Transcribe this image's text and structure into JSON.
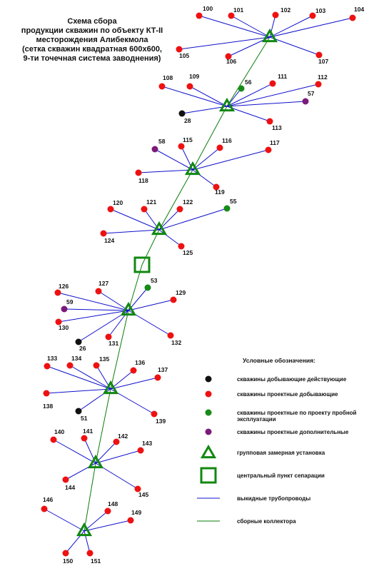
{
  "title_lines": [
    "Схема сбора",
    "продукции скважин по объекту КТ-II",
    "месторождения Алибекмола",
    "(сетка скважин квадратная 600х600,",
    "9-ти точечная система заводнения)"
  ],
  "colors": {
    "producing_existing": "#111111",
    "producing_projected": "#ee1111",
    "projected_exploitation": "#178a17",
    "projected_additional": "#7a1b7a",
    "flowline": "#1010cc",
    "collector": "#0a7d0a",
    "installation": "#118811"
  },
  "collector_nodes": [
    "GU1",
    "GU2",
    "GU3",
    "GU4",
    "CPS",
    "GU5",
    "GU6",
    "GU7",
    "GU8"
  ],
  "groups": [
    {
      "id": "GU1",
      "kind": "installation",
      "wells": [
        {
          "label": "100",
          "type": "producing_projected"
        },
        {
          "label": "101",
          "type": "producing_projected"
        },
        {
          "label": "102",
          "type": "producing_projected"
        },
        {
          "label": "103",
          "type": "producing_projected"
        },
        {
          "label": "104",
          "type": "producing_projected"
        },
        {
          "label": "105",
          "type": "producing_projected"
        },
        {
          "label": "106",
          "type": "producing_projected"
        },
        {
          "label": "107",
          "type": "producing_projected"
        }
      ]
    },
    {
      "id": "GU2",
      "kind": "installation",
      "wells": [
        {
          "label": "108",
          "type": "producing_projected"
        },
        {
          "label": "109",
          "type": "producing_projected"
        },
        {
          "label": "56",
          "type": "projected_exploitation"
        },
        {
          "label": "111",
          "type": "producing_projected"
        },
        {
          "label": "112",
          "type": "producing_projected"
        },
        {
          "label": "57",
          "type": "projected_additional"
        },
        {
          "label": "28",
          "type": "producing_existing"
        },
        {
          "label": "113",
          "type": "producing_projected"
        }
      ]
    },
    {
      "id": "GU3",
      "kind": "installation",
      "wells": [
        {
          "label": "58",
          "type": "projected_additional"
        },
        {
          "label": "115",
          "type": "producing_projected"
        },
        {
          "label": "116",
          "type": "producing_projected"
        },
        {
          "label": "117",
          "type": "producing_projected"
        },
        {
          "label": "118",
          "type": "producing_projected"
        },
        {
          "label": "119",
          "type": "producing_projected"
        }
      ]
    },
    {
      "id": "GU4",
      "kind": "installation",
      "wells": [
        {
          "label": "120",
          "type": "producing_projected"
        },
        {
          "label": "121",
          "type": "producing_projected"
        },
        {
          "label": "122",
          "type": "producing_projected"
        },
        {
          "label": "55",
          "type": "projected_exploitation"
        },
        {
          "label": "124",
          "type": "producing_projected"
        },
        {
          "label": "125",
          "type": "producing_projected"
        }
      ]
    },
    {
      "id": "GU5",
      "kind": "installation",
      "wells": [
        {
          "label": "126",
          "type": "producing_projected"
        },
        {
          "label": "127",
          "type": "producing_projected"
        },
        {
          "label": "53",
          "type": "projected_exploitation"
        },
        {
          "label": "129",
          "type": "producing_projected"
        },
        {
          "label": "59",
          "type": "projected_additional"
        },
        {
          "label": "130",
          "type": "producing_projected"
        },
        {
          "label": "26",
          "type": "producing_existing"
        },
        {
          "label": "131",
          "type": "producing_projected"
        },
        {
          "label": "132",
          "type": "producing_projected"
        }
      ]
    },
    {
      "id": "GU6",
      "kind": "installation",
      "wells": [
        {
          "label": "133",
          "type": "producing_projected"
        },
        {
          "label": "134",
          "type": "producing_projected"
        },
        {
          "label": "135",
          "type": "producing_projected"
        },
        {
          "label": "136",
          "type": "producing_projected"
        },
        {
          "label": "137",
          "type": "producing_projected"
        },
        {
          "label": "138",
          "type": "producing_projected"
        },
        {
          "label": "51",
          "type": "producing_existing"
        },
        {
          "label": "139",
          "type": "producing_projected"
        }
      ]
    },
    {
      "id": "GU7",
      "kind": "installation",
      "wells": [
        {
          "label": "140",
          "type": "producing_projected"
        },
        {
          "label": "141",
          "type": "producing_projected"
        },
        {
          "label": "142",
          "type": "producing_projected"
        },
        {
          "label": "143",
          "type": "producing_projected"
        },
        {
          "label": "144",
          "type": "producing_projected"
        },
        {
          "label": "145",
          "type": "producing_projected"
        }
      ]
    },
    {
      "id": "GU8",
      "kind": "installation",
      "wells": [
        {
          "label": "146",
          "type": "producing_projected"
        },
        {
          "label": "148",
          "type": "producing_projected"
        },
        {
          "label": "149",
          "type": "producing_projected"
        },
        {
          "label": "150",
          "type": "producing_projected"
        },
        {
          "label": "151",
          "type": "producing_projected"
        }
      ]
    }
  ],
  "legend": {
    "title": "Условные обозначения:",
    "items": [
      {
        "key": "producing_existing",
        "symbol": "dot",
        "text": [
          "скважины добывающие действующие"
        ]
      },
      {
        "key": "producing_projected",
        "symbol": "dot",
        "text": [
          "скважины проектные добывающие"
        ]
      },
      {
        "key": "projected_exploitation",
        "symbol": "dot",
        "text": [
          "скважины проектные по проекту пробной",
          "эксплуатации"
        ]
      },
      {
        "key": "projected_additional",
        "symbol": "dot",
        "text": [
          "скважины проектные дополнительные"
        ]
      },
      {
        "key": "installation",
        "symbol": "triangle",
        "text": [
          "групповая замерная установка"
        ]
      },
      {
        "key": "cps",
        "symbol": "square",
        "text": [
          "центральный пункт сепарации"
        ]
      },
      {
        "key": "flowline",
        "symbol": "line",
        "text": [
          "выкидные трубопроводы"
        ]
      },
      {
        "key": "collector",
        "symbol": "line",
        "text": [
          "сборные коллектора"
        ]
      }
    ]
  }
}
